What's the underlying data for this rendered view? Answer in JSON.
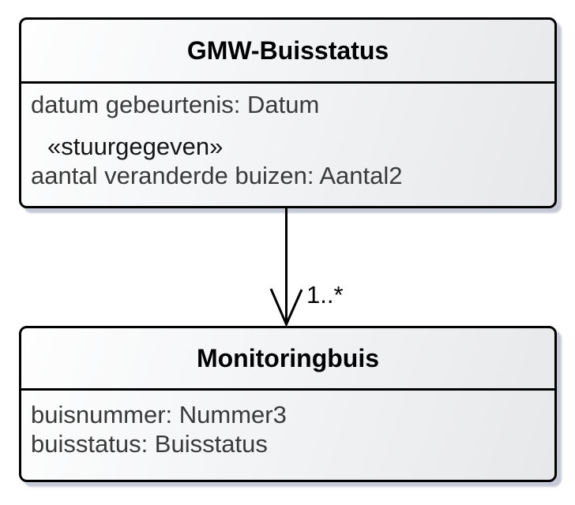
{
  "diagram": {
    "type": "uml-class-diagram",
    "background": "#ffffff",
    "classes": [
      {
        "name": "GMW-Buisstatus",
        "attributes": [
          "datum gebeurtenis: Datum"
        ],
        "stereotype": "«stuurgegeven»",
        "stereotyped_attribute": "aantal veranderde buizen: Aantal2"
      },
      {
        "name": "Monitoringbuis",
        "attributes": [
          "buisnummer: Nummer3",
          "buisstatus: Buisstatus"
        ]
      }
    ],
    "association": {
      "source": "GMW-Buisstatus",
      "target": "Monitoringbuis",
      "multiplicity": "1..*",
      "arrowhead": "open",
      "direction": "down"
    },
    "colors": {
      "border": "#000000",
      "fill_light": "#fefefe",
      "fill_dark": "#e7e8ea",
      "shadow": "#a6aec0",
      "title_text": "#000000",
      "attribute_text": "#3a3a3a"
    }
  }
}
